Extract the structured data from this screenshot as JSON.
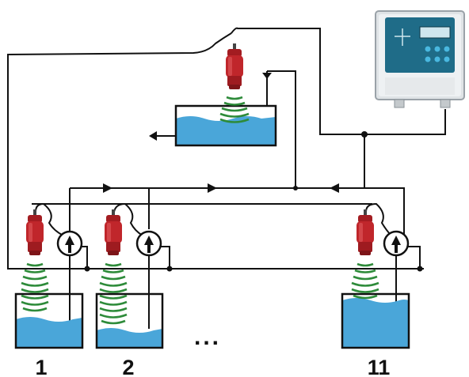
{
  "diagram": {
    "tank_labels": [
      "1",
      "2",
      "11"
    ],
    "ellipsis": "...",
    "colors": {
      "line": "#111111",
      "water": "#4aa6d9",
      "water_light": "#7cc3e8",
      "sensor_red": "#c0262b",
      "sensor_dark": "#8c1418",
      "wave_green": "#2e8b3a",
      "controller_body": "#dfe3e6",
      "controller_panel": "#1f6c88",
      "controller_buttons": "#49b8e0"
    },
    "icons": [
      "ultrasonic-sensor-icon",
      "pump-icon",
      "controller-icon",
      "flow-arrow-icon"
    ]
  }
}
